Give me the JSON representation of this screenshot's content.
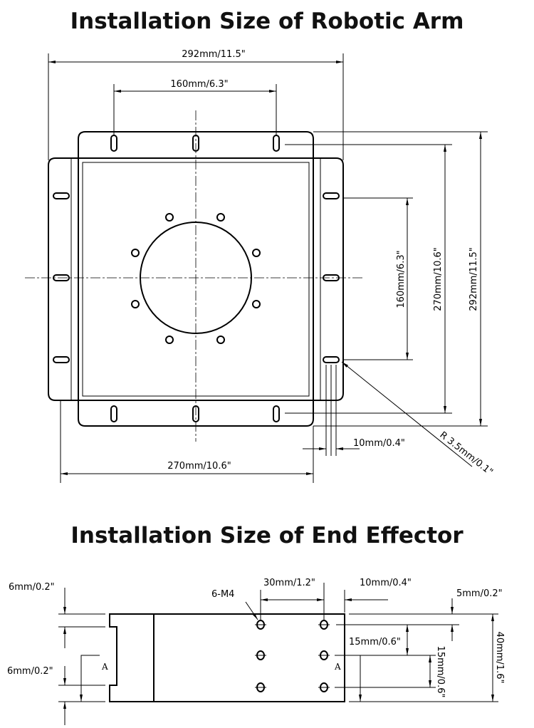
{
  "titles": {
    "robotic_arm": "Installation Size of Robotic Arm",
    "end_effector": "Installation Size of End Effector"
  },
  "arm_dims": {
    "top_width": "292mm/11.5\"",
    "top_hole_spacing": "160mm/6.3\"",
    "right_hole_spacing": "160mm/6.3\"",
    "right_inner_height": "270mm/10.6\"",
    "right_outer_height": "292mm/11.5\"",
    "bottom_width": "270mm/10.6\"",
    "slot_width": "10mm/0.4\"",
    "radius": "R 3.5mm/0.1\""
  },
  "effector_dims": {
    "left_top": "6mm/0.2\"",
    "left_bottom": "6mm/0.2\"",
    "thread": "6-M4",
    "hole_spacing_x": "30mm/1.2\"",
    "edge_offset_x": "10mm/0.4\"",
    "edge_offset_y": "5mm/0.2\"",
    "hole_spacing_y_a": "15mm/0.6\"",
    "hole_spacing_y_b": "15mm/0.6\"",
    "height": "40mm/1.6\"",
    "section_label_left": "A",
    "section_label_right": "A"
  }
}
